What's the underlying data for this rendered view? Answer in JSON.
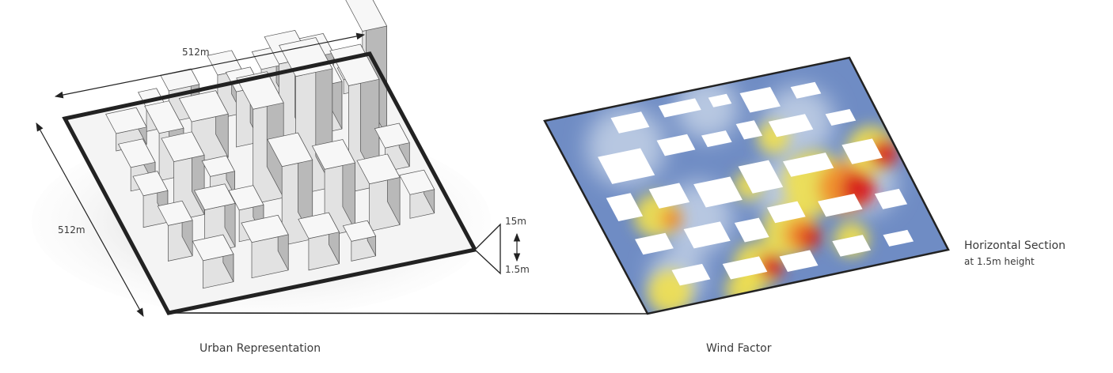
{
  "urban": {
    "dim_top": "512m",
    "dim_left": "512m",
    "height_top": "15m",
    "height_bottom": "1.5m",
    "caption": "Urban Representation"
  },
  "wind": {
    "caption": "Wind Factor",
    "section_title": "Horizontal Section",
    "section_subtitle": "at 1.5m height"
  },
  "colors": {
    "field_base": "#6f8cc4",
    "field_pale": "#c9d6e8",
    "hot_red": "#d7191c",
    "hot_orange": "#f08a2a",
    "hot_yellow": "#f2e14c",
    "outline": "#222222"
  }
}
